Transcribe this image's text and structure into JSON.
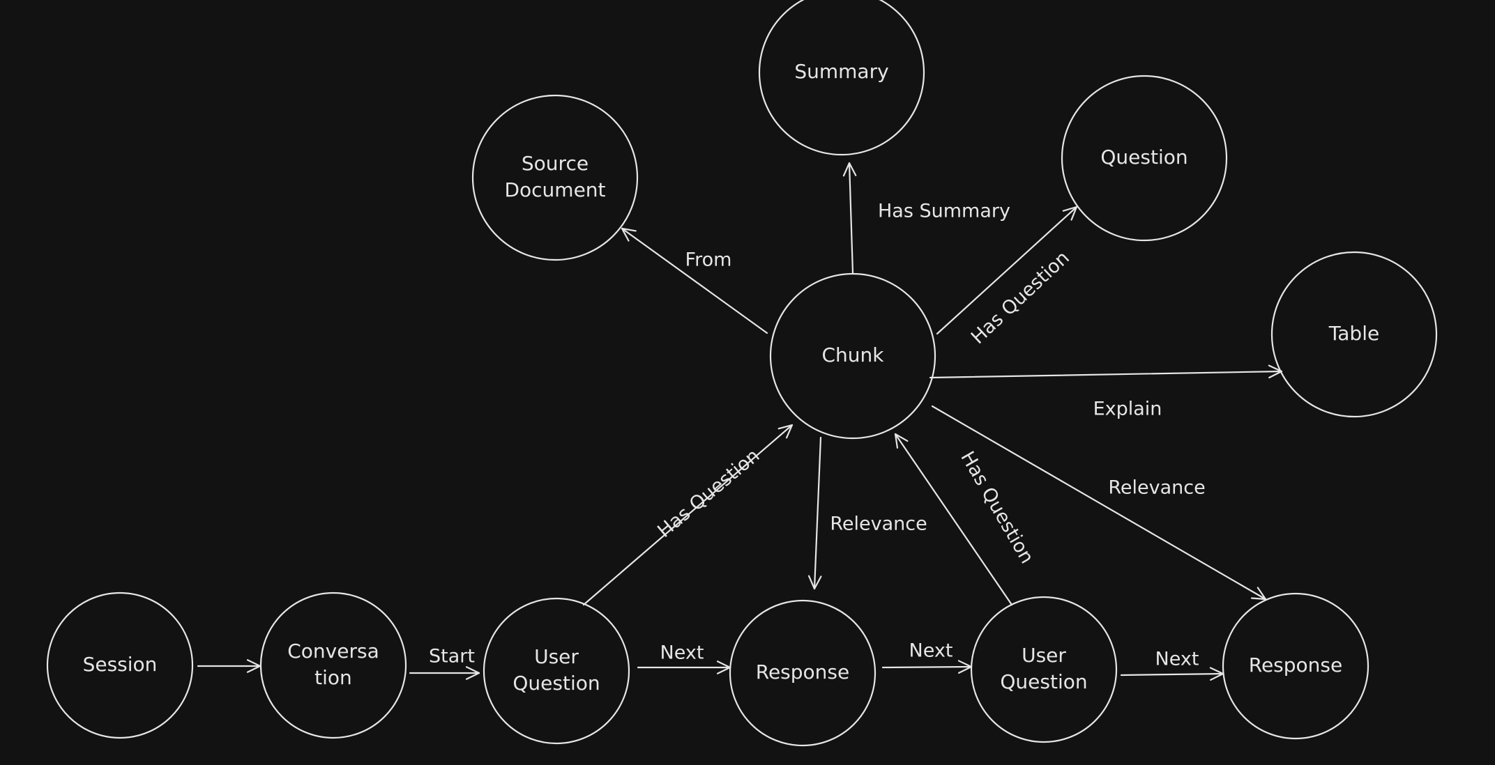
{
  "colors": {
    "background": "#121212",
    "stroke": "#e6e6e6",
    "text": "#e6e6e6"
  },
  "nodes": {
    "summary": {
      "lines": [
        "Summary"
      ]
    },
    "source_document": {
      "lines": [
        "Source",
        "Document"
      ]
    },
    "question": {
      "lines": [
        "Question"
      ]
    },
    "chunk": {
      "lines": [
        "Chunk"
      ]
    },
    "table": {
      "lines": [
        "Table"
      ]
    },
    "session": {
      "lines": [
        "Session"
      ]
    },
    "conversation": {
      "lines": [
        "Conversa",
        "tion"
      ]
    },
    "user_question_1": {
      "lines": [
        "User",
        "Question"
      ]
    },
    "response_1": {
      "lines": [
        "Response"
      ]
    },
    "user_question_2": {
      "lines": [
        "User",
        "Question"
      ]
    },
    "response_2": {
      "lines": [
        "Response"
      ]
    }
  },
  "edges": {
    "chunk_from_source": {
      "label": "From"
    },
    "chunk_has_summary": {
      "label": "Has Summary"
    },
    "chunk_has_question": {
      "label": "Has Question"
    },
    "chunk_explain_table": {
      "label": "Explain"
    },
    "chunk_relevance_response_2": {
      "label": "Relevance"
    },
    "chunk_relevance_response_1": {
      "label": "Relevance"
    },
    "user_question_1_has_question": {
      "label": "Has Question"
    },
    "user_question_2_has_question": {
      "label": "Has Question"
    },
    "session_to_conversation": {
      "label": ""
    },
    "conversation_start": {
      "label": "Start"
    },
    "next_1": {
      "label": "Next"
    },
    "next_2": {
      "label": "Next"
    },
    "next_3": {
      "label": "Next"
    }
  }
}
